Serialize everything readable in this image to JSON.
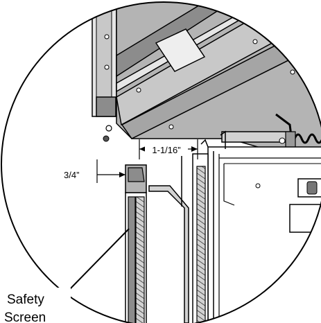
{
  "figure": {
    "dimensions": {
      "left_gap": "3/4”",
      "center_gap": "1-1/16”"
    },
    "callout": {
      "line1": "Safety",
      "line2": "Screen"
    },
    "colors": {
      "background": "#ffffff",
      "line": "#000000",
      "shade_dark": "#8c8c8c",
      "shade_mid": "#b4b4b4",
      "shade_light": "#d2d2d2"
    }
  }
}
